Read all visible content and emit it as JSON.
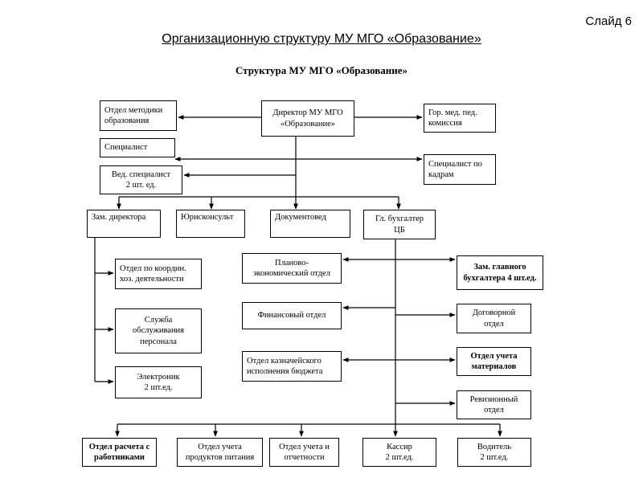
{
  "slide": {
    "label": "Слайд 6"
  },
  "title": "Организационную структуру МУ МГО «Образование»",
  "chart": {
    "title": "Структура МУ МГО «Образование»",
    "nodes": {
      "director": "Директор МУ МГО\n«Образование»",
      "methods_dept": "Отдел методики\nобразования",
      "med_commission": "Гор. мед. пед.\nкомиссия",
      "specialist": "Специалист",
      "hr_specialist": "Специалист по\nкадрам",
      "lead_specialist": "Вед. специалист\n2 шт. ед.",
      "deputy_director": "Зам. директора",
      "legal_advisor": "Юрисконсульт",
      "document_specialist": "Документовед",
      "chief_accountant": "Гл. бухгалтер\nЦБ",
      "coordination_dept": "Отдел по координ.\nхоз. деятельности",
      "personnel_service": "Служба\nобслуживания\nперсонала",
      "electrician": "Электроник\n2 шт.ед.",
      "planning_dept": "Планово-\nэкономический отдел",
      "finance_dept": "Финансовый отдел",
      "treasury_dept": "Отдел казначейского\nисполнения бюджета",
      "deputy_chief_accountant": "Зам. главного\nбухгалтера 4 шт.ед.",
      "contracts_dept": "Договорной\nотдел",
      "materials_dept": "Отдел учета\nматериалов",
      "audit_dept": "Ревизионный\nотдел",
      "payroll_dept": "Отдел расчета с\nработниками",
      "food_dept": "Отдел учета\nпродуктов питания",
      "reporting_dept": "Отдел учета и\nотчетности",
      "cashier": "Кассир\n2 шт.ед.",
      "driver": "Водитель\n2 шт.ед."
    }
  }
}
